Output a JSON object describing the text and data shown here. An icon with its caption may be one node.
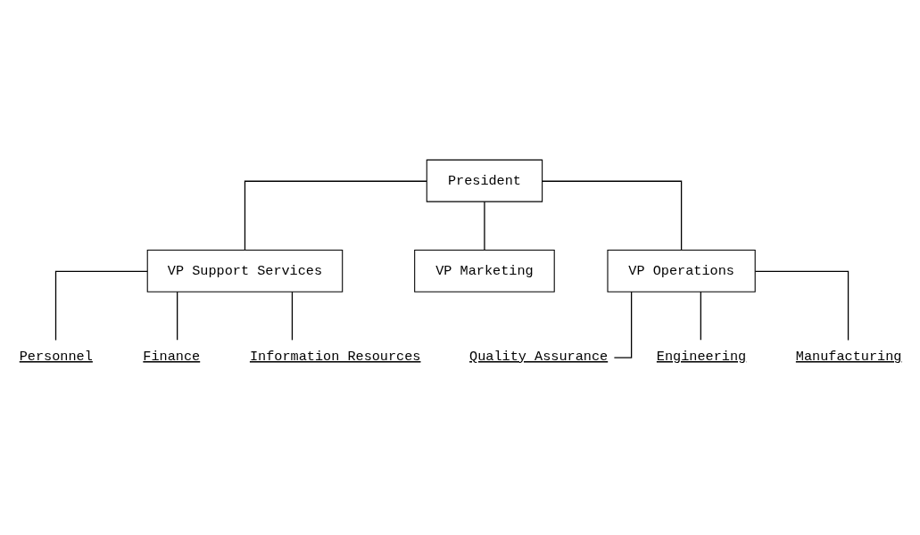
{
  "diagram": {
    "nodes": [
      {
        "text": [
          "President"
        ]
      },
      {
        "text": [
          "VP Support Services"
        ]
      },
      {
        "text": [
          "VP Marketing"
        ]
      },
      {
        "text": [
          "VP Operations"
        ]
      },
      {
        "text": [
          "Quality Assurance"
        ]
      },
      {
        "text": [
          "Engineering"
        ]
      },
      {
        "text": [
          "Manufacturing"
        ]
      },
      {
        "text": [
          "Personnel"
        ]
      },
      {
        "text": [
          "Finance"
        ]
      },
      {
        "text": [
          "Information Resources"
        ]
      }
    ],
    "edges": [
      {
        "from": 0,
        "to": 1,
        "arrow": "none"
      },
      {
        "from": 0,
        "to": 2,
        "arrow": "none"
      },
      {
        "from": 0,
        "to": 3,
        "arrow": "none"
      },
      {
        "from": 3,
        "to": 4,
        "arrow": "none"
      },
      {
        "from": 3,
        "to": 5,
        "arrow": "none"
      },
      {
        "from": 3,
        "to": 6,
        "arrow": "none"
      },
      {
        "from": 1,
        "to": 7,
        "arrow": "none"
      },
      {
        "from": 1,
        "to": 8,
        "arrow": "none"
      },
      {
        "from": 1,
        "to": 9,
        "arrow": "none"
      }
    ]
  }
}
